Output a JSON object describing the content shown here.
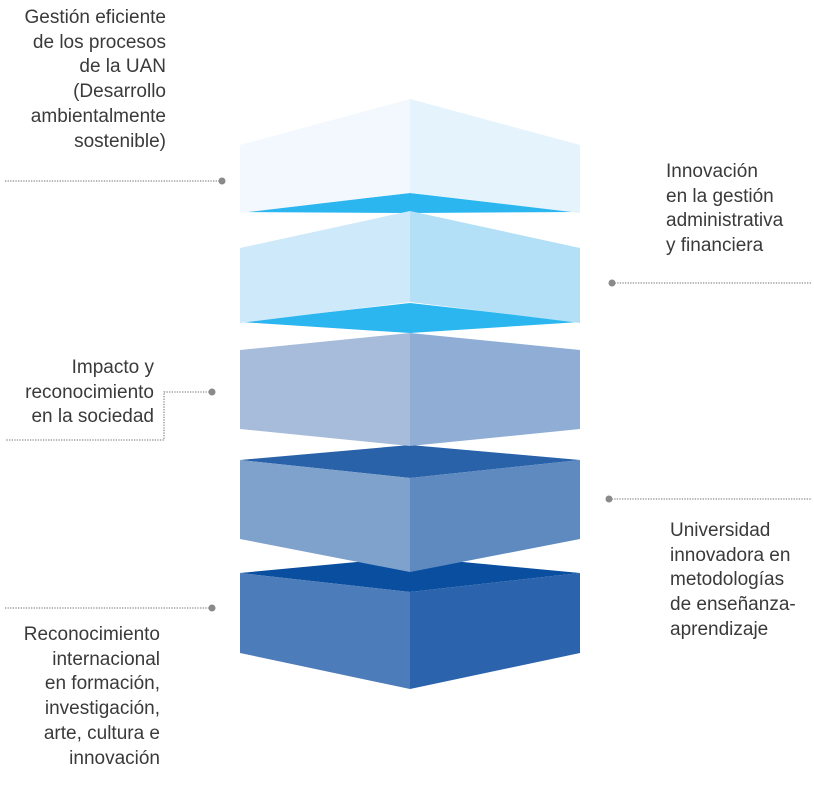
{
  "labels": {
    "gestion": "Gestión eficiente\nde los procesos\nde la UAN\n(Desarrollo\nambientalmente\nsostenible)",
    "innovacion_gestion": "Innovación\nen la gestión\nadministrativa\ny financiera",
    "impacto": "Impacto y\nreconocimiento\nen la sociedad",
    "universidad": "Universidad\ninnovadora en\nmetodologías\nde enseñanza-\naprendizaje",
    "reconocimiento": "Reconocimiento\ninternacional\nen formación,\ninvestigación,\narte, cultura e\ninnovación"
  },
  "colors": {
    "text": "#3a3a3a",
    "connector": "#8a8a8a",
    "layer1_left": "#f2f8fd",
    "layer1_right": "#e5f3fc",
    "layer1_top": "#f5fafe",
    "layer2_left": "#cde9fa",
    "layer2_right": "#b3e0f7",
    "layer2_top": "#2bb6f0",
    "layer3_left": "#a7bcdb",
    "layer3_right": "#8fadd5",
    "layer3_top": "#2bb6f0",
    "layer4_left": "#7fa2cd",
    "layer4_right": "#5f8ac0",
    "layer4_top": "#2a62aa",
    "layer5_left": "#4d7cba",
    "layer5_right": "#2b63ac",
    "layer5_top": "#0a4f9f"
  }
}
